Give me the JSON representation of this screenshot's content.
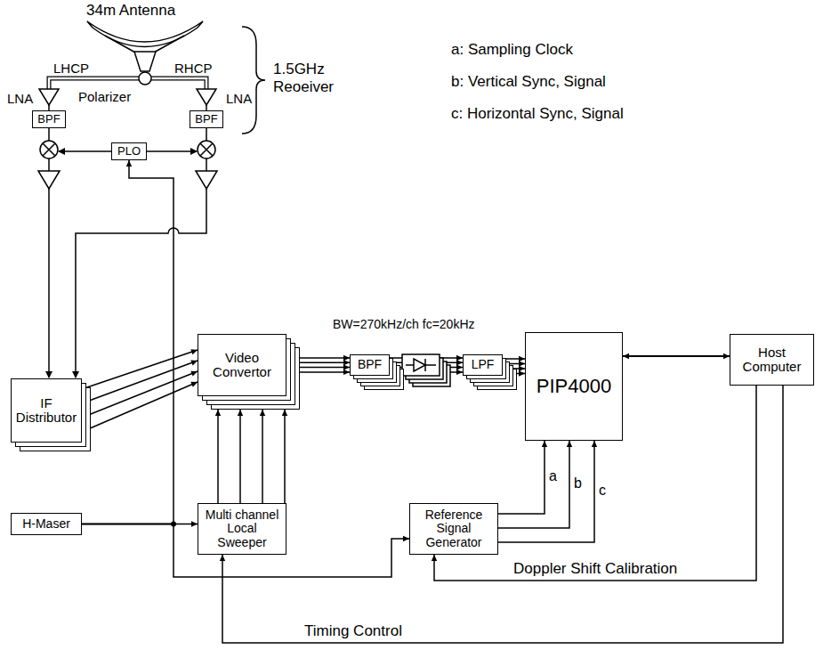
{
  "diagram": {
    "nodes": [
      {
        "text": [
          "BPF"
        ]
      },
      {
        "text": [
          "BPF"
        ]
      },
      {
        "text": [
          "PLO"
        ]
      },
      {
        "text": [
          "IF Distributor"
        ]
      },
      {
        "text": [
          "Video Convertor"
        ]
      },
      {
        "text": [
          "BPF"
        ]
      },
      {
        "text": [
          "LPF"
        ]
      },
      {
        "text": [
          "PIP4000"
        ]
      },
      {
        "text": [
          "Host Computer"
        ]
      },
      {
        "text": [
          "H-Maser"
        ]
      },
      {
        "text": [
          "Multi channel Local Sweeper"
        ]
      },
      {
        "text": [
          "Reference Signal Generator"
        ]
      }
    ],
    "edges": [
      {
        "from": 3,
        "to": 4,
        "arrow": "to"
      },
      {
        "from": 4,
        "to": 5,
        "arrow": "to"
      },
      {
        "from": 5,
        "to": 6,
        "arrow": "to"
      },
      {
        "from": 6,
        "to": 7,
        "arrow": "to"
      },
      {
        "from": 7,
        "to": 8,
        "arrow": "both"
      },
      {
        "from": 9,
        "to": 10,
        "arrow": "to"
      },
      {
        "from": 9,
        "to": 2,
        "arrow": "to"
      },
      {
        "from": 9,
        "to": 11,
        "arrow": "to"
      },
      {
        "from": 11,
        "to": 7,
        "label": "a",
        "arrow": "to"
      },
      {
        "from": 11,
        "to": 7,
        "label": "b",
        "arrow": "to"
      },
      {
        "from": 11,
        "to": 7,
        "label": "c",
        "arrow": "to"
      },
      {
        "from": 8,
        "to": 11,
        "label": "Doppler Shift Calibration",
        "arrow": "to"
      },
      {
        "from": 8,
        "to": 10,
        "label": "Timing Control",
        "arrow": "to"
      },
      {
        "from": 10,
        "to": 4,
        "arrow": "to"
      }
    ],
    "labels": [
      "34m Antenna",
      "LHCP",
      "RHCP",
      "Polarizer",
      "LNA",
      "LNA",
      "1.5GHz Reoeiver",
      "a: Sampling Clock",
      "b: Vertical Sync, Signal",
      "c: Horizontal Sync, Signal",
      "BW=270kHz/ch fc=20kHz"
    ]
  }
}
